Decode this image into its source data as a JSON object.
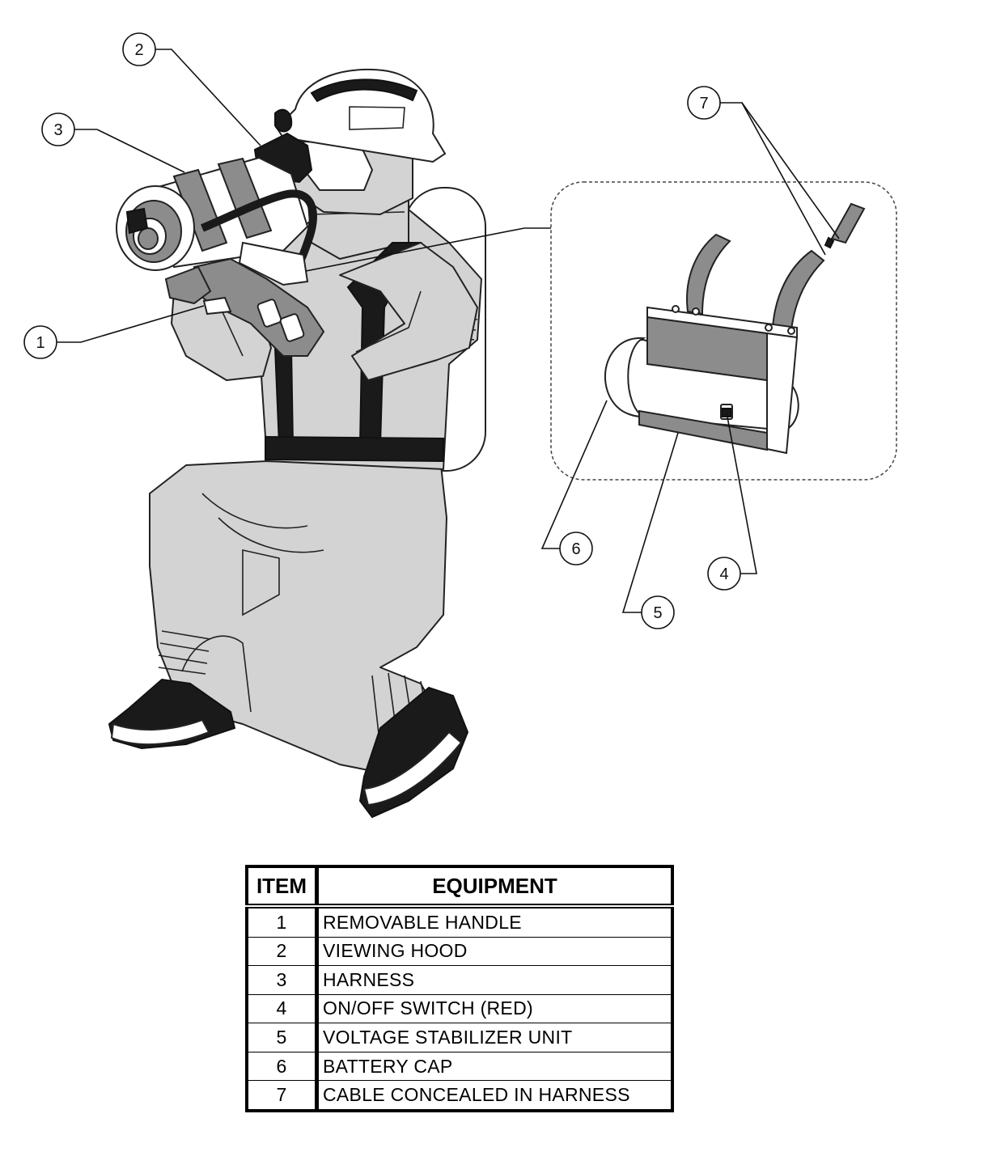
{
  "callouts": [
    "1",
    "2",
    "3",
    "4",
    "5",
    "6",
    "7"
  ],
  "table": {
    "headers": {
      "item": "ITEM",
      "equipment": "EQUIPMENT"
    },
    "rows": [
      {
        "item": "1",
        "equipment": "REMOVABLE HANDLE"
      },
      {
        "item": "2",
        "equipment": "VIEWING HOOD"
      },
      {
        "item": "3",
        "equipment": "HARNESS"
      },
      {
        "item": "4",
        "equipment": "ON/OFF SWITCH (RED)"
      },
      {
        "item": "5",
        "equipment": "VOLTAGE STABILIZER UNIT"
      },
      {
        "item": "6",
        "equipment": "BATTERY CAP"
      },
      {
        "item": "7",
        "equipment": "CABLE CONCEALED IN HARNESS"
      }
    ]
  }
}
